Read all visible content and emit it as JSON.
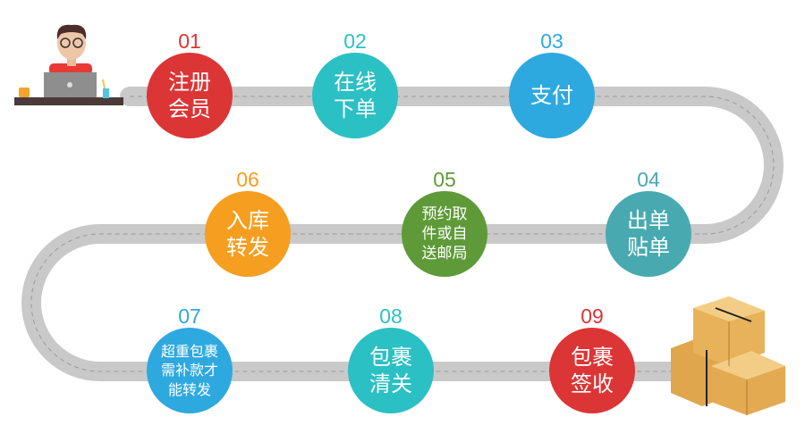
{
  "colors": {
    "red": "#dc3535",
    "teal": "#2bc0c4",
    "blue": "#2ea9df",
    "darkteal": "#48aab0",
    "green": "#5e9a38",
    "orange": "#f59e1f",
    "road": "#c9c9c9"
  },
  "steps": [
    {
      "num": "01",
      "lines": [
        "注册",
        "会员"
      ],
      "color": "#dc3535"
    },
    {
      "num": "02",
      "lines": [
        "在线",
        "下单"
      ],
      "color": "#2bc0c4"
    },
    {
      "num": "03",
      "lines": [
        "支付"
      ],
      "color": "#2ea9df"
    },
    {
      "num": "04",
      "lines": [
        "出单",
        "贴单"
      ],
      "color": "#48aab0"
    },
    {
      "num": "05",
      "lines": [
        "预约取",
        "件或自",
        "送邮局"
      ],
      "color": "#5e9a38"
    },
    {
      "num": "06",
      "lines": [
        "入库",
        "转发"
      ],
      "color": "#f59e1f"
    },
    {
      "num": "07",
      "lines": [
        "超重包裹",
        "需补款才",
        "能转发"
      ],
      "color": "#2ea9df"
    },
    {
      "num": "08",
      "lines": [
        "包裹",
        "清关"
      ],
      "color": "#2bc0c4"
    },
    {
      "num": "09",
      "lines": [
        "包裹",
        "签收"
      ],
      "color": "#dc3535"
    }
  ]
}
